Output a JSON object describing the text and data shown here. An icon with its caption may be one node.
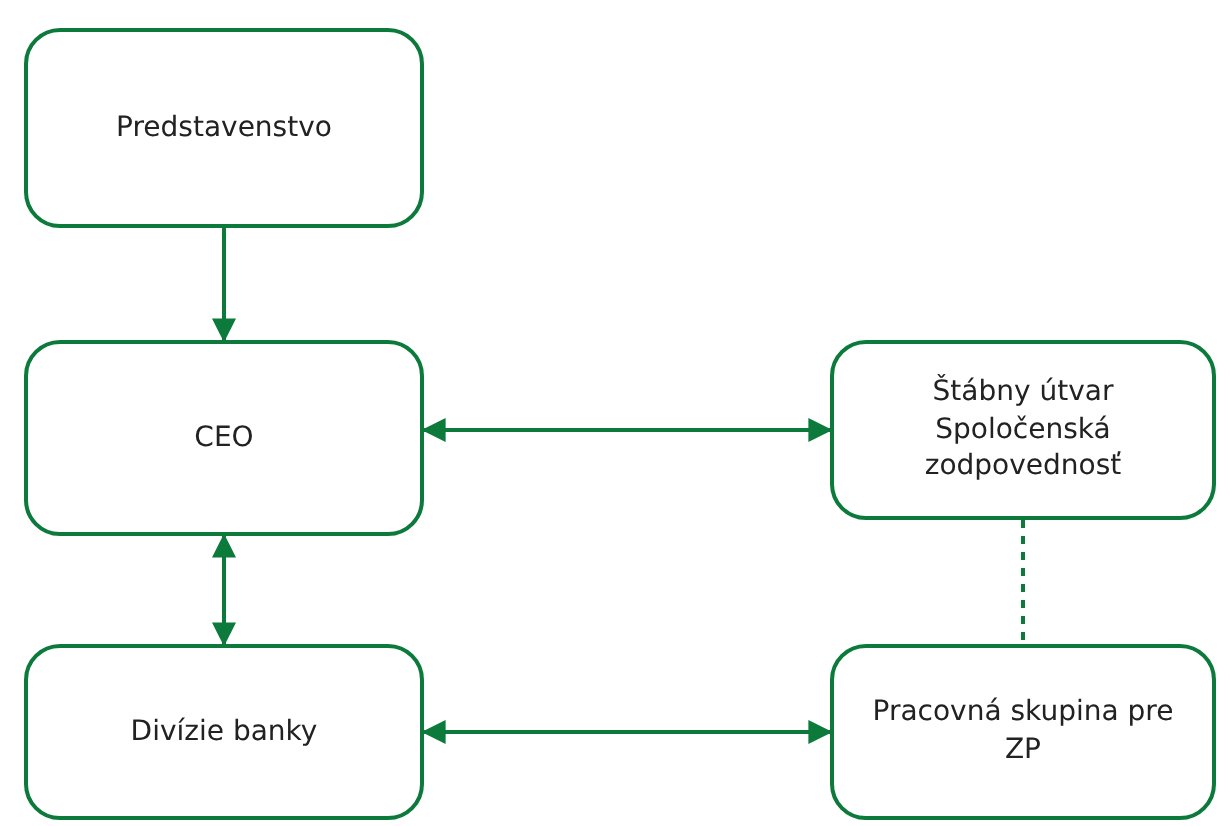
{
  "diagram": {
    "nodes": [
      {
        "text": [
          "Predstavenstvo"
        ]
      },
      {
        "text": [
          "CEO"
        ]
      },
      {
        "text": [
          "Štábny útvar Spoločenská zodpovednosť"
        ]
      },
      {
        "text": [
          "Divízie banky"
        ]
      },
      {
        "text": [
          "Pracovná skupina pre ZP"
        ]
      }
    ],
    "edges": [
      {
        "from": 0,
        "to": 1,
        "arrow": "to"
      },
      {
        "from": 1,
        "to": 2,
        "arrow": "both"
      },
      {
        "from": 1,
        "to": 3,
        "arrow": "both"
      },
      {
        "from": 3,
        "to": 4,
        "arrow": "both"
      },
      {
        "from": 2,
        "to": 4,
        "arrow": "other",
        "style": "dashed"
      }
    ]
  }
}
